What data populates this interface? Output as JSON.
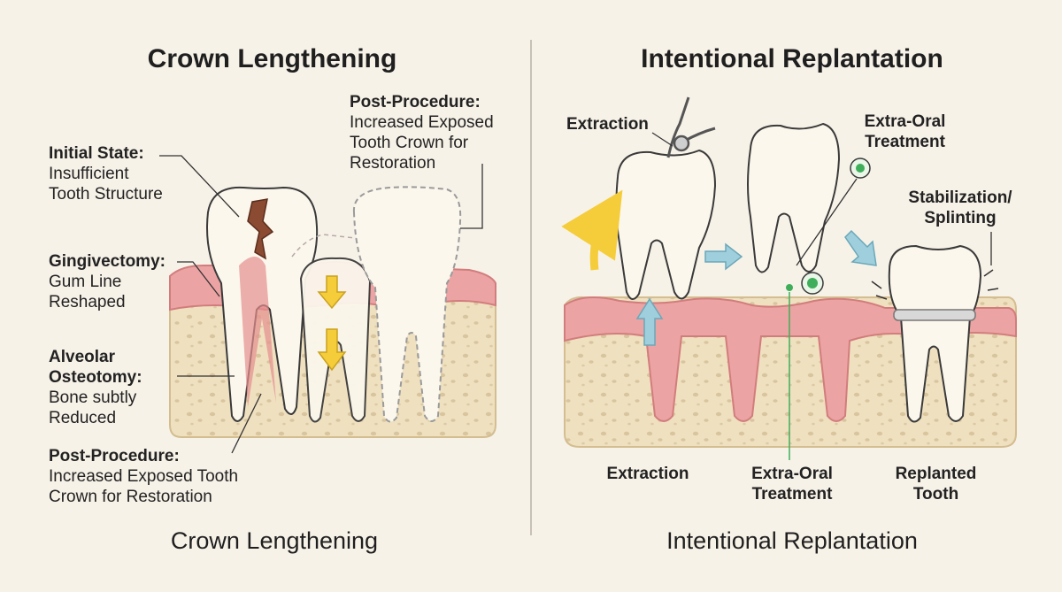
{
  "left": {
    "title": "Crown Lengthening",
    "footer": "Crown Lengthening",
    "labels": {
      "initial_state": {
        "head": "Initial State:",
        "lines": [
          "Insufficient",
          "Tooth Structure"
        ]
      },
      "gingivectomy": {
        "head": "Gingivectomy:",
        "lines": [
          "Gum Line",
          "Reshaped"
        ]
      },
      "osteotomy": {
        "head": "Alveolar",
        "head2": "Osteotomy:",
        "lines": [
          "Bone subtly",
          "Reduced"
        ]
      },
      "post_bottom": {
        "head": "Post-Procedure:",
        "lines": [
          "Increased Exposed Tooth",
          "Crown for Restoration"
        ]
      },
      "post_top": {
        "head": "Post-Procedure:",
        "lines": [
          "Increased Exposed",
          "Tooth Crown for",
          "Restoration"
        ]
      }
    }
  },
  "right": {
    "title": "Intentional Replantation",
    "footer": "Intentional Replantation",
    "labels": {
      "extraction_top": "Extraction",
      "extra_oral_top": [
        "Extra-Oral",
        "Treatment"
      ],
      "stabilization": [
        "Stabilization/",
        "Splinting"
      ]
    },
    "bottom_labels": {
      "extraction": "Extraction",
      "extra_oral": [
        "Extra-Oral",
        "Treatment"
      ],
      "replanted": [
        "Replanted",
        "Tooth"
      ]
    }
  },
  "colors": {
    "background": "#f7f2e8",
    "gum": "#eca3a3",
    "bone": "#efe0c0",
    "tooth": "#fbf7ec",
    "arrow_yellow": "#f5cd3a",
    "arrow_blue": "#9fcfdc",
    "marker_green": "#3fae5a"
  }
}
